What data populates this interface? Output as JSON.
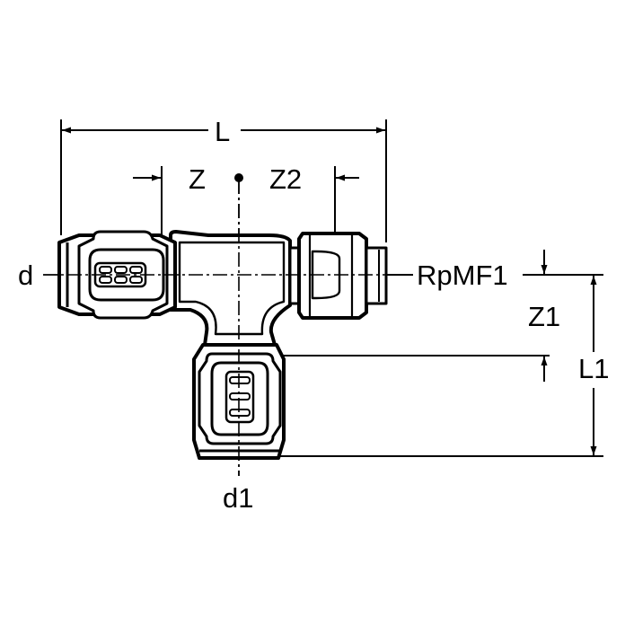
{
  "diagram": {
    "type": "technical-drawing",
    "subject": "tee-fitting",
    "labels": {
      "length": "L",
      "z": "Z",
      "z2": "Z2",
      "outlet_diameter": "d",
      "thread": "RpMF1",
      "z1": "Z1",
      "length1": "L1",
      "branch_diameter": "d1"
    },
    "line_color": "#000000",
    "fill_color": "#ffffff"
  }
}
